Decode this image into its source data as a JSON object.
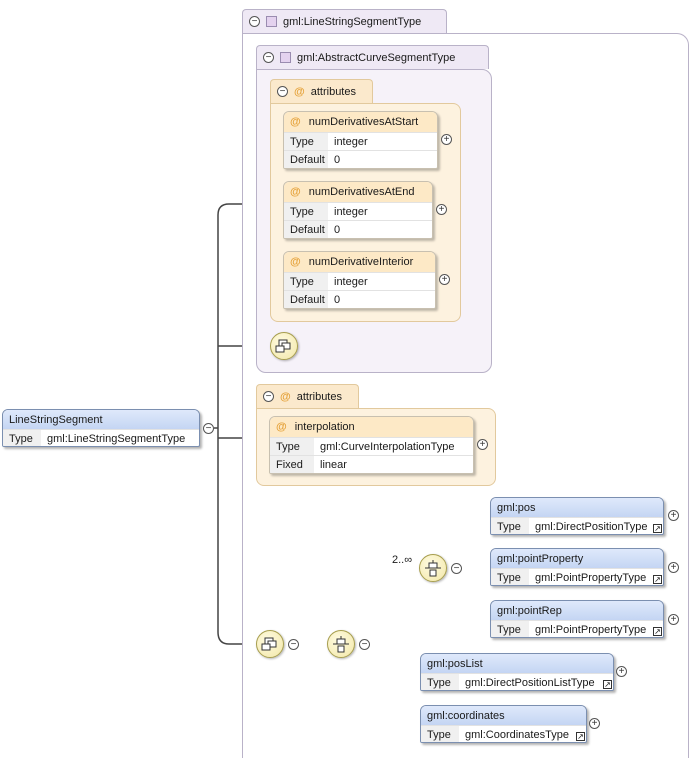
{
  "root": {
    "name": "LineStringSegment",
    "type_key": "Type",
    "type_value": "gml:LineStringSegmentType"
  },
  "outer_type": {
    "label": "gml:LineStringSegmentType"
  },
  "inner_type": {
    "label": "gml:AbstractCurveSegmentType"
  },
  "inner_attributes": {
    "label": "attributes",
    "items": [
      {
        "name": "numDerivativesAtStart",
        "rows": [
          {
            "k": "Type",
            "v": "integer"
          },
          {
            "k": "Default",
            "v": "0"
          }
        ]
      },
      {
        "name": "numDerivativesAtEnd",
        "rows": [
          {
            "k": "Type",
            "v": "integer"
          },
          {
            "k": "Default",
            "v": "0"
          }
        ]
      },
      {
        "name": "numDerivativeInterior",
        "rows": [
          {
            "k": "Type",
            "v": "integer"
          },
          {
            "k": "Default",
            "v": "0"
          }
        ]
      }
    ]
  },
  "outer_attributes": {
    "label": "attributes",
    "items": [
      {
        "name": "interpolation",
        "rows": [
          {
            "k": "Type",
            "v": "gml:CurveInterpolationType"
          },
          {
            "k": "Fixed",
            "v": "linear"
          }
        ]
      }
    ]
  },
  "cardinality": "2..∞",
  "symbols": {
    "at": "@",
    "collapse": "−",
    "expand": "+",
    "ref": "↗"
  },
  "elements": [
    {
      "name": "gml:pos",
      "type_key": "Type",
      "type_value": "gml:DirectPositionType"
    },
    {
      "name": "gml:pointProperty",
      "type_key": "Type",
      "type_value": "gml:PointPropertyType"
    },
    {
      "name": "gml:pointRep",
      "type_key": "Type",
      "type_value": "gml:PointPropertyType"
    },
    {
      "name": "gml:posList",
      "type_key": "Type",
      "type_value": "gml:DirectPositionListType"
    },
    {
      "name": "gml:coordinates",
      "type_key": "Type",
      "type_value": "gml:CoordinatesType"
    }
  ],
  "colors": {
    "element_header": "#c4d5f3",
    "attribute_header": "#fde9c6",
    "type_box": "#f6f2f9",
    "compositor": "#f2e7a8"
  }
}
